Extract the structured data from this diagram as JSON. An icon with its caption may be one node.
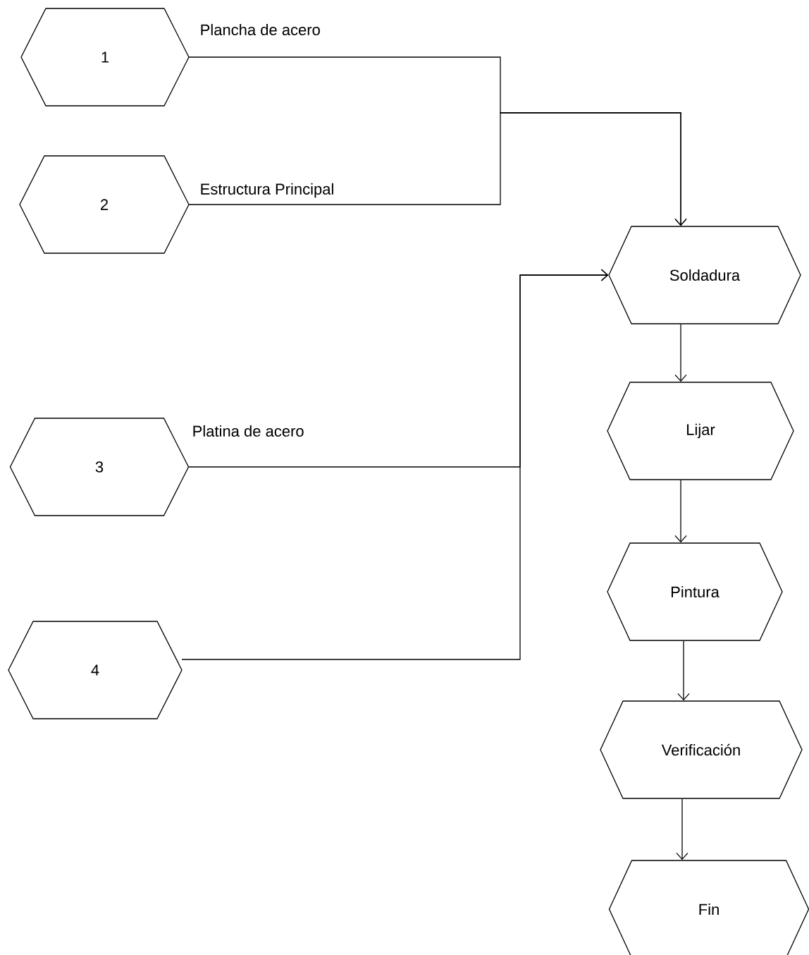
{
  "diagram": {
    "nodes": [
      {
        "text": [
          "1"
        ]
      },
      {
        "text": [
          "2"
        ]
      },
      {
        "text": [
          "3"
        ]
      },
      {
        "text": [
          "4"
        ]
      },
      {
        "text": [
          "Soldadura"
        ]
      },
      {
        "text": [
          "Lijar"
        ]
      },
      {
        "text": [
          "Pintura"
        ]
      },
      {
        "text": [
          "Verificación"
        ]
      },
      {
        "text": [
          "Fin"
        ]
      }
    ],
    "edges": [
      {
        "from": 0,
        "to": 4,
        "arrow": "to",
        "label": "Plancha de acero"
      },
      {
        "from": 1,
        "to": 4,
        "arrow": "to",
        "label": "Estructura Principal"
      },
      {
        "from": 2,
        "to": 4,
        "arrow": "to",
        "label": "Platina de acero"
      },
      {
        "from": 3,
        "to": 4,
        "arrow": "to"
      },
      {
        "from": 4,
        "to": 5,
        "arrow": "to"
      },
      {
        "from": 5,
        "to": 6,
        "arrow": "to"
      },
      {
        "from": 6,
        "to": 7,
        "arrow": "to"
      },
      {
        "from": 7,
        "to": 8,
        "arrow": "to"
      }
    ]
  }
}
